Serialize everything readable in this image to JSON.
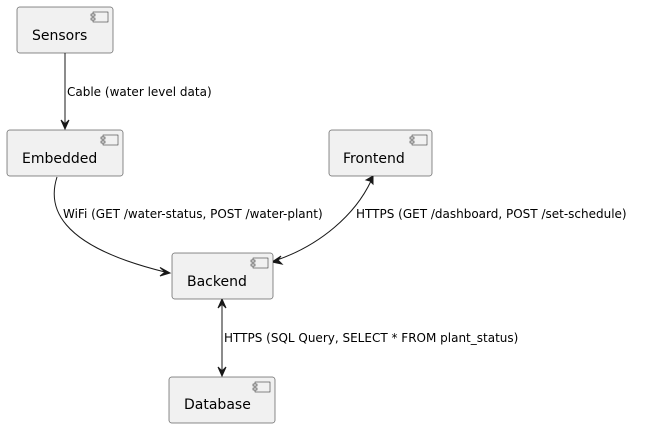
{
  "colors": {
    "node_fill": "#f1f1f1",
    "node_stroke": "#181818",
    "edge": "#181818",
    "background": "#ffffff"
  },
  "nodes": {
    "sensors": {
      "label": "Sensors",
      "icon": "component-icon"
    },
    "embedded": {
      "label": "Embedded",
      "icon": "component-icon"
    },
    "frontend": {
      "label": "Frontend",
      "icon": "component-icon"
    },
    "backend": {
      "label": "Backend",
      "icon": "component-icon"
    },
    "database": {
      "label": "Database",
      "icon": "component-icon"
    }
  },
  "edges": {
    "sensors_embedded": {
      "label": "Cable (water level data)",
      "direction": "one-way"
    },
    "embedded_backend": {
      "label": "WiFi (GET /water-status, POST /water-plant)",
      "direction": "one-way"
    },
    "frontend_backend": {
      "label": "HTTPS (GET /dashboard, POST /set-schedule)",
      "direction": "bidirectional"
    },
    "backend_database": {
      "label": "HTTPS (SQL Query, SELECT * FROM plant_status)",
      "direction": "bidirectional"
    }
  }
}
